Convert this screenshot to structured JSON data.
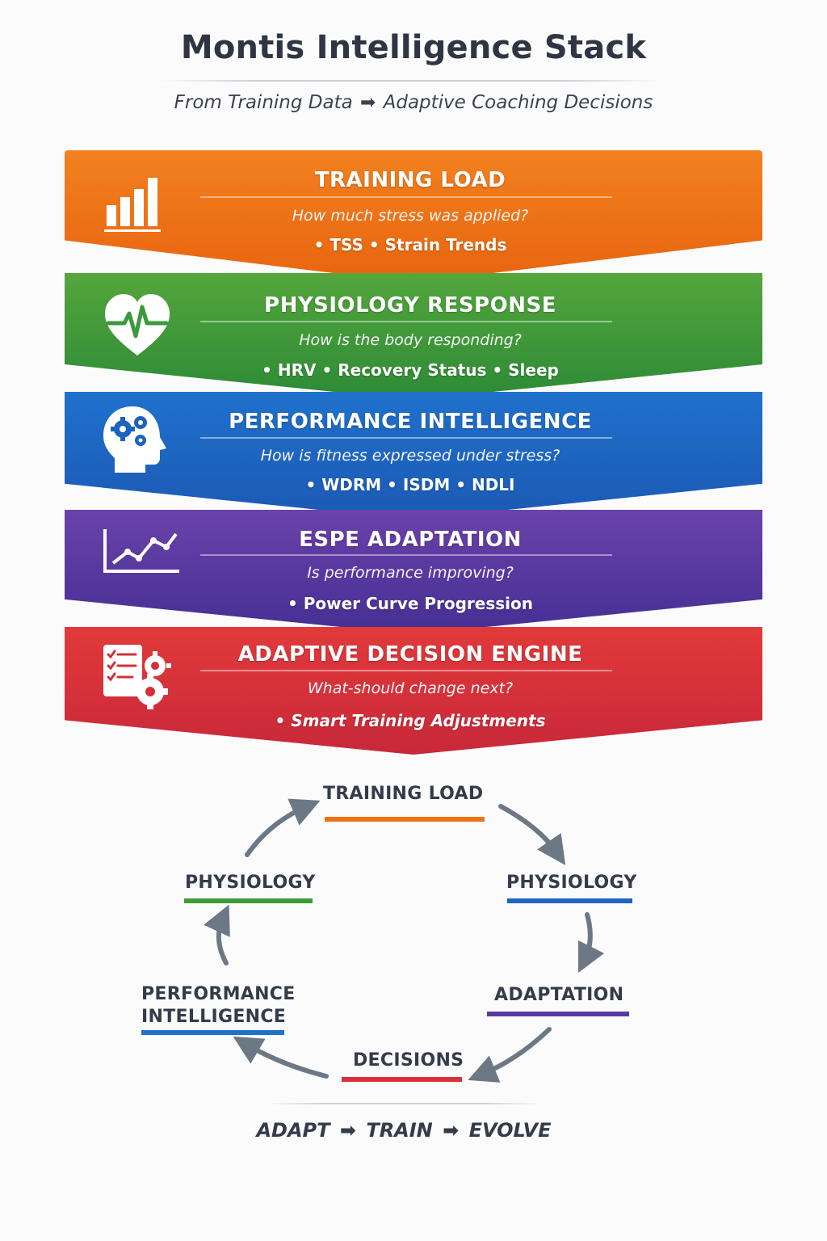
{
  "header": {
    "title": "Montis Intelligence Stack",
    "subtitle_from": "From Training Data",
    "subtitle_arrow": "➡",
    "subtitle_to": "Adaptive Coaching Decisions"
  },
  "stack": [
    {
      "title": "TRAINING LOAD",
      "question": "How much stress was applied?",
      "items": "• TSS  • Strain Trends",
      "icon": "bar-chart-icon",
      "color": "#ee7318"
    },
    {
      "title": "PHYSIOLOGY RESPONSE",
      "question": "How is the body responding?",
      "items": "• HRV  • Recovery Status  • Sleep",
      "icon": "heart-pulse-icon",
      "color": "#3e9a3a"
    },
    {
      "title": "PERFORMANCE INTELLIGENCE",
      "question": "How is fitness expressed under stress?",
      "items": "• WDRM  • ISDM  • NDLI",
      "icon": "brain-gears-icon",
      "color": "#1e66c1"
    },
    {
      "title": "ESPE ADAPTATION",
      "question": "Is performance improving?",
      "items": "• Power Curve Progression",
      "icon": "line-chart-icon",
      "color": "#5a3aa1"
    },
    {
      "title": "ADAPTIVE DECISION ENGINE",
      "question": "What-should change next?",
      "items": "• Smart Training Adjustments",
      "icon": "checklist-gears-icon",
      "color": "#d83138"
    }
  ],
  "cycle": {
    "top": {
      "label": "TRAINING LOAD",
      "color": "#ee7318"
    },
    "left_upper": {
      "label": "PHYSIOLOGY",
      "color": "#3e9a3a"
    },
    "right_upper": {
      "label": "PHYSIOLOGY",
      "color": "#1e66c1"
    },
    "left_lower_line1": "PERFORMANCE",
    "left_lower_line2": "INTELLIGENCE",
    "left_lower_color": "#1e72c8",
    "right_lower": {
      "label": "ADAPTATION",
      "color": "#5a3aa1"
    },
    "bottom": {
      "label": "DECISIONS",
      "color": "#d83138"
    },
    "arrow_color": "#6d7885"
  },
  "footer": {
    "word1": "ADAPT",
    "word2": "TRAIN",
    "word3": "EVOLVE",
    "arrow": "➡"
  }
}
